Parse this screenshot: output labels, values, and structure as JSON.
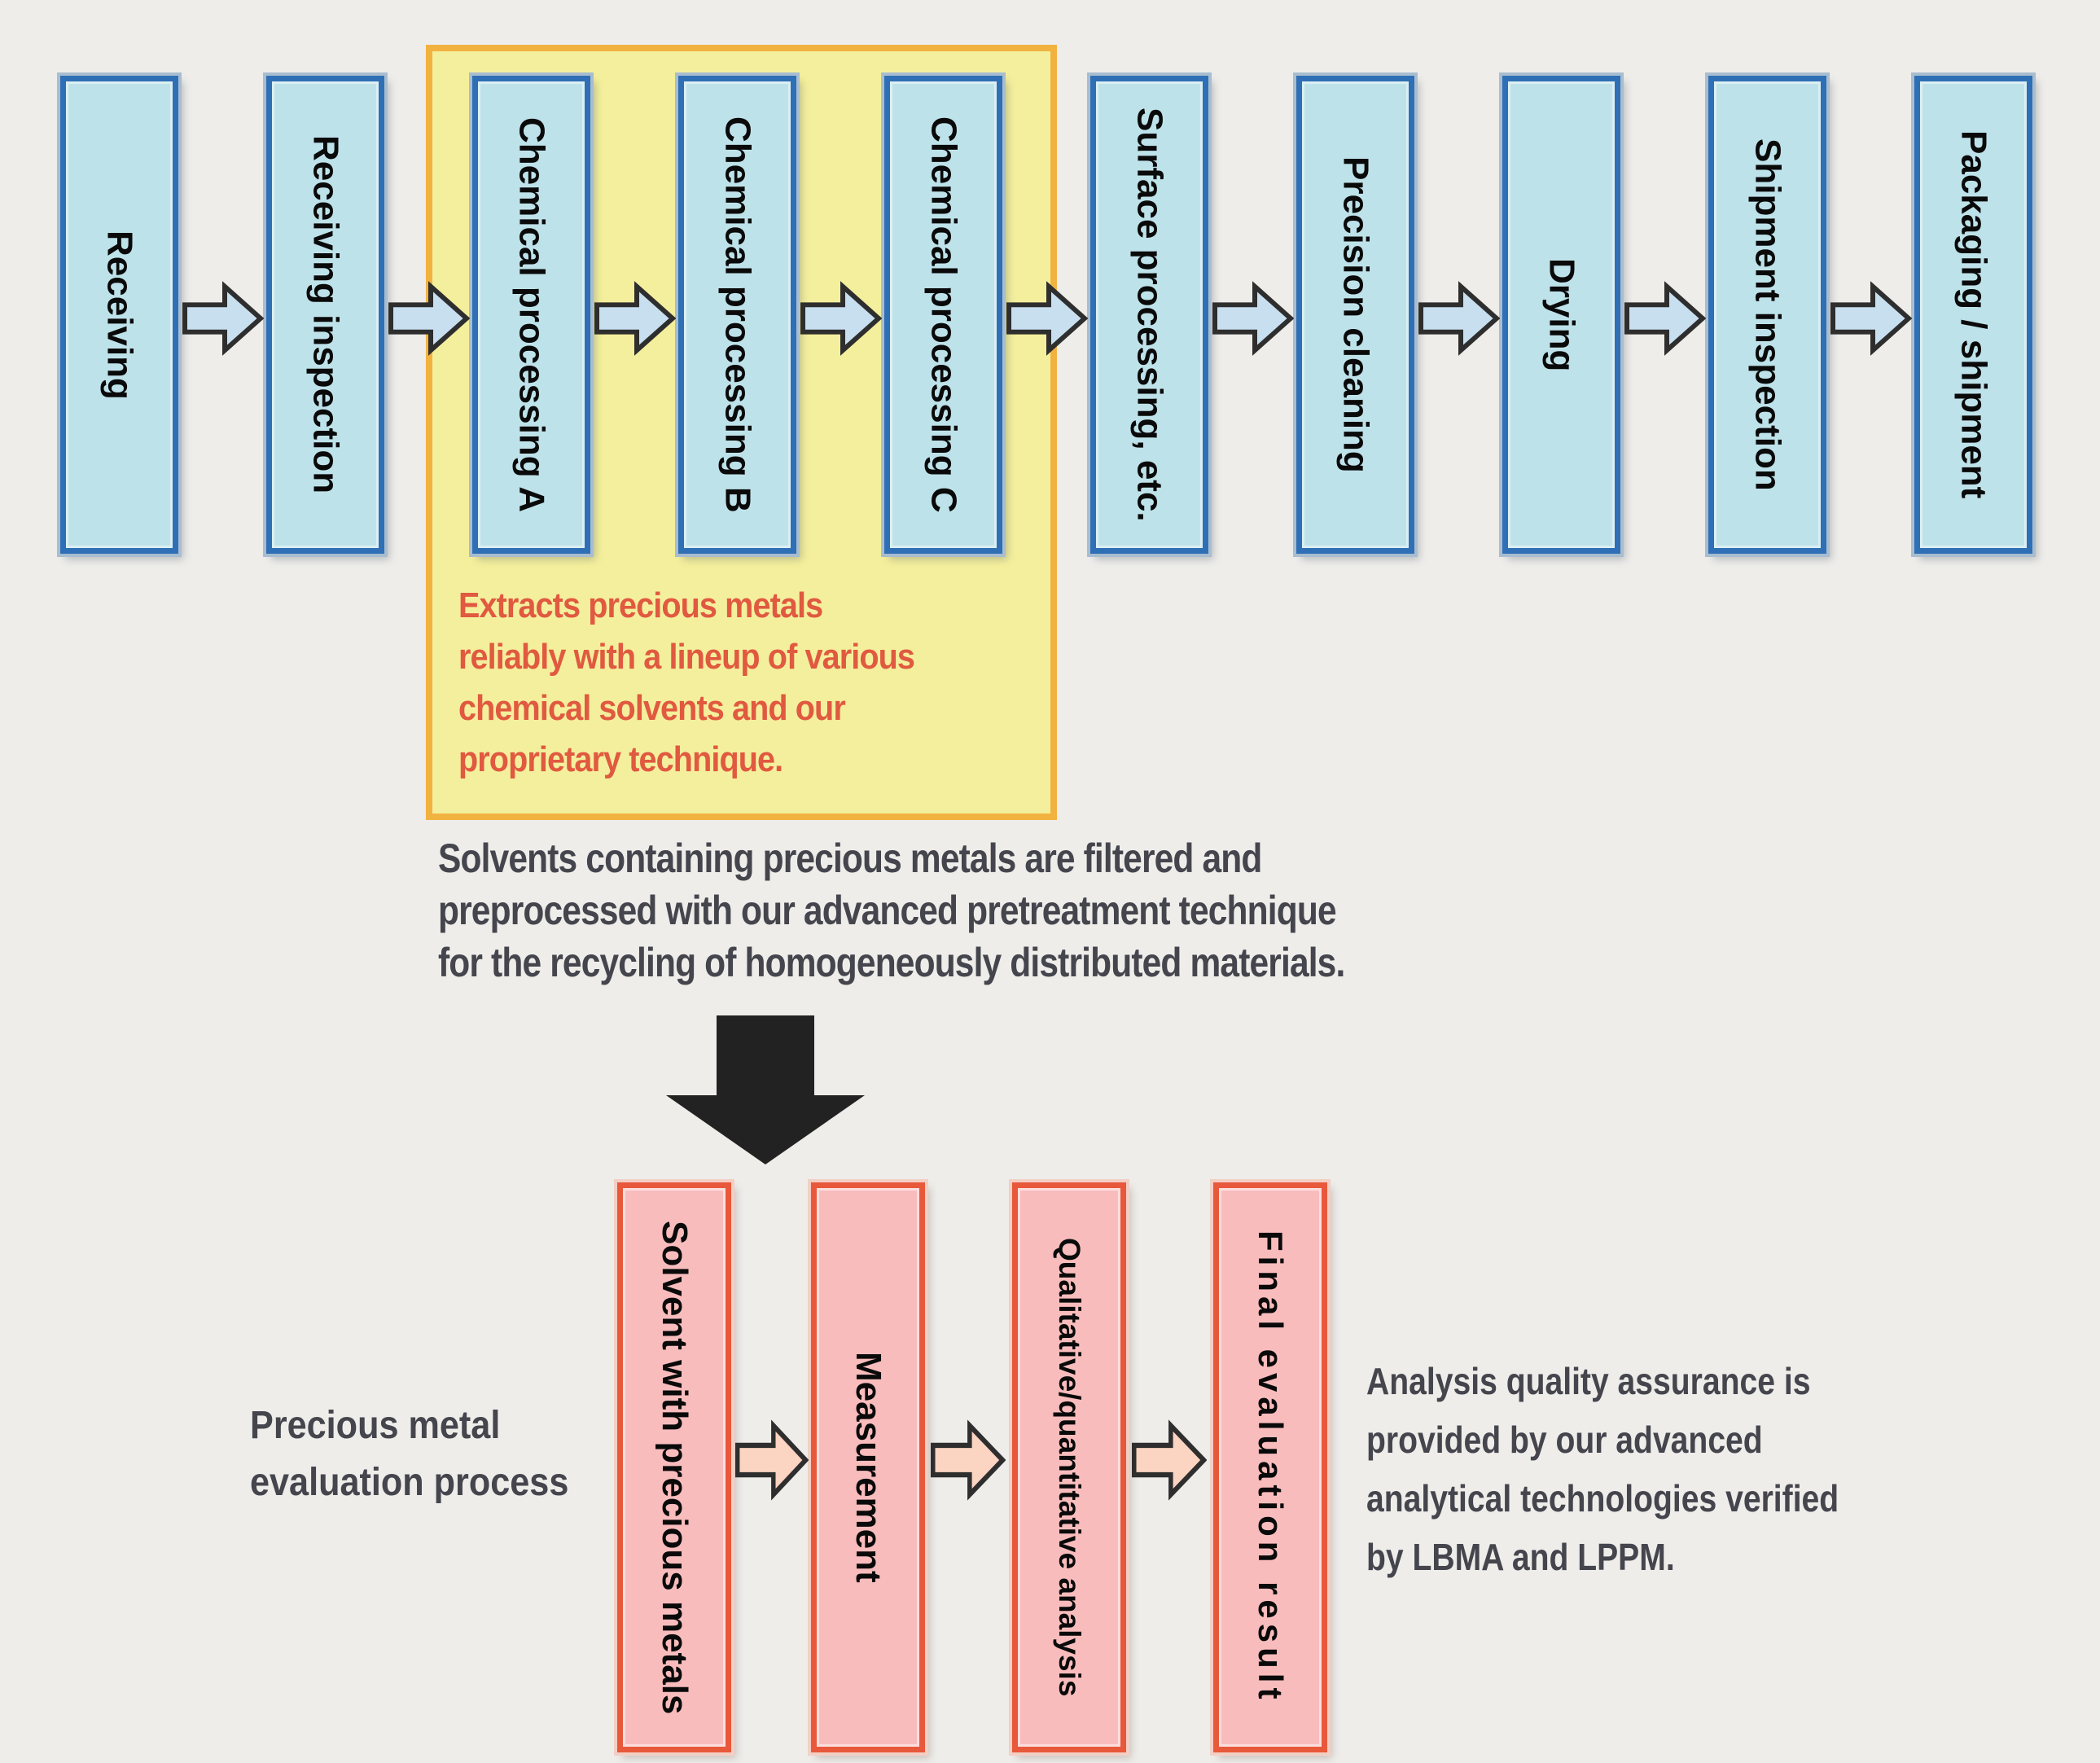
{
  "colors": {
    "page_background": "#eeedea",
    "top_box_fill": "#bee2ea",
    "top_box_border": "#2f6fb5",
    "top_arrow_fill": "#c8dff0",
    "highlight_panel_fill": "#f4ef9c",
    "highlight_panel_border": "#f2b240",
    "highlight_text": "#e05940",
    "body_text": "#45454d",
    "bottom_box_fill": "#f9bcbc",
    "bottom_box_border": "#e8583a",
    "bottom_arrow_fill": "#fbd4c2",
    "big_down_arrow": "#222222"
  },
  "icons": {
    "flow_arrow": "right-arrow",
    "transition_arrow": "down-arrow"
  },
  "top_flow": {
    "boxes": [
      {
        "label": "Receiving"
      },
      {
        "label": "Receiving inspection"
      },
      {
        "label": "Chemical processing A"
      },
      {
        "label": "Chemical processing B"
      },
      {
        "label": "Chemical processing C"
      },
      {
        "label": "Surface processing, etc."
      },
      {
        "label": "Precision cleaning"
      },
      {
        "label": "Drying"
      },
      {
        "label": "Shipment inspection"
      },
      {
        "label": "Packaging / shipment"
      }
    ]
  },
  "chemical_highlight": {
    "lines": [
      "Extracts precious metals",
      "reliably with a lineup of various",
      "chemical solvents and our",
      "proprietary technique."
    ]
  },
  "pretreatment_note": {
    "lines": [
      "Solvents containing precious metals are filtered and",
      "preprocessed with our advanced pretreatment technique",
      "for the recycling of homogeneously distributed materials."
    ]
  },
  "bottom_flow": {
    "title_lines": [
      "Precious metal",
      "evaluation process"
    ],
    "boxes": [
      {
        "label": "Solvent with precious metals"
      },
      {
        "label": "Measurement"
      },
      {
        "label": "Qualitative/quantitative analysis"
      },
      {
        "label": "Final evaluation result"
      }
    ],
    "note_lines": [
      "Analysis quality assurance is",
      "provided by our advanced",
      "analytical technologies verified",
      "by LBMA and LPPM."
    ]
  }
}
